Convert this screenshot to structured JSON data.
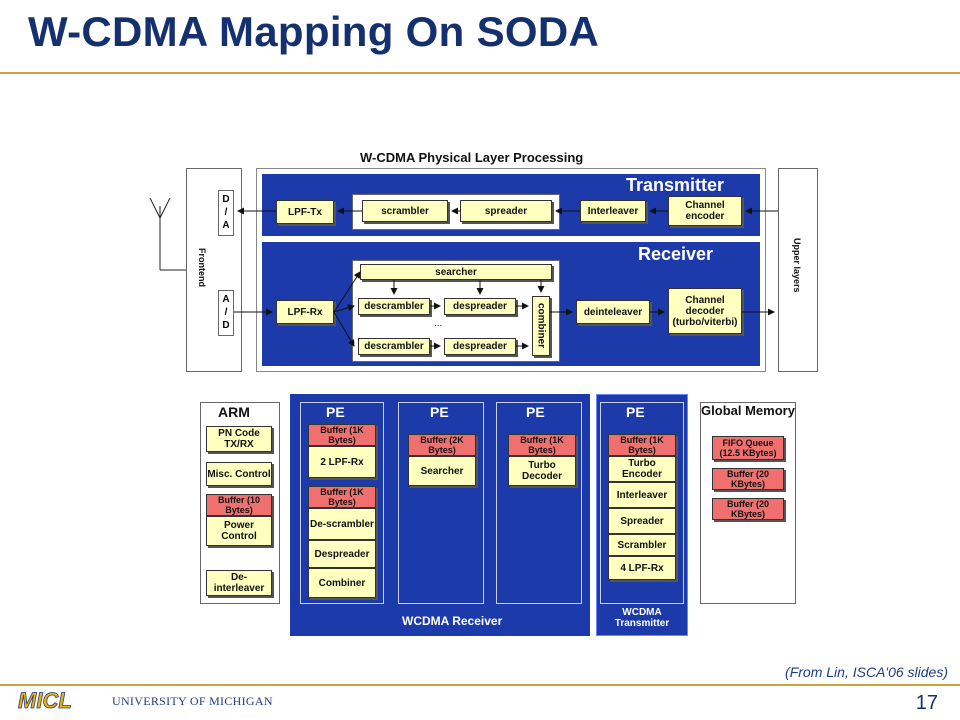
{
  "slide": {
    "title": "W-CDMA Mapping On SODA",
    "citation": "(From Lin, ISCA'06 slides)",
    "university": "UNIVERSITY OF MICHIGAN",
    "logo_text": "MICL",
    "page_number": "17"
  },
  "top_diagram": {
    "title": "W-CDMA Physical Layer Processing",
    "frontend_label": "Frontend",
    "upper_layers_label": "Upper layers",
    "da_label": [
      "D",
      "/",
      "A"
    ],
    "ad_label": [
      "A",
      "/",
      "D"
    ],
    "transmitter": {
      "title": "Transmitter",
      "blocks": [
        "LPF-Tx",
        "scrambler",
        "spreader",
        "Interleaver",
        "Channel encoder"
      ]
    },
    "receiver": {
      "title": "Receiver",
      "lpf": "LPF-Rx",
      "searcher": "searcher",
      "descrambler": "descrambler",
      "despreader": "despreader",
      "ellipsis": "...",
      "combiner": "combiner",
      "deinterleaver": "deinteleaver",
      "channel_decoder": "Channel decoder (turbo/viterbi)"
    }
  },
  "bottom_diagram": {
    "arm": {
      "title": "ARM",
      "blocks": [
        "PN Code TX/RX",
        "Misc. Control",
        "Buffer (10 Bytes)",
        "Power Control",
        "De-interleaver"
      ]
    },
    "pe1": {
      "title": "PE",
      "blocks": [
        "Buffer (1K Bytes)",
        "2 LPF-Rx",
        "Buffer (1K Bytes)",
        "De-scrambler",
        "Despreader",
        "Combiner"
      ]
    },
    "pe2": {
      "title": "PE",
      "blocks": [
        "Buffer (2K Bytes)",
        "Searcher"
      ]
    },
    "pe3": {
      "title": "PE",
      "blocks": [
        "Buffer (1K Bytes)",
        "Turbo Decoder"
      ]
    },
    "pe4": {
      "title": "PE",
      "blocks": [
        "Buffer (1K Bytes)",
        "Turbo Encoder",
        "Interleaver",
        "Spreader",
        "Scrambler",
        "4 LPF-Rx"
      ]
    },
    "receiver_label": "WCDMA Receiver",
    "transmitter_label": "WCDMA Transmitter",
    "global_memory": {
      "title": "Global Memory",
      "blocks": [
        "FIFO Queue (12.5 KBytes)",
        "Buffer (20 KBytes)",
        "Buffer (20 KBytes)"
      ]
    }
  },
  "colors": {
    "title": "#14306e",
    "block_blue": "#1c3aa9",
    "yellow_block": "#ffffc0",
    "red_buffer": "#f07070",
    "rule_gold": "#c8a43a"
  }
}
